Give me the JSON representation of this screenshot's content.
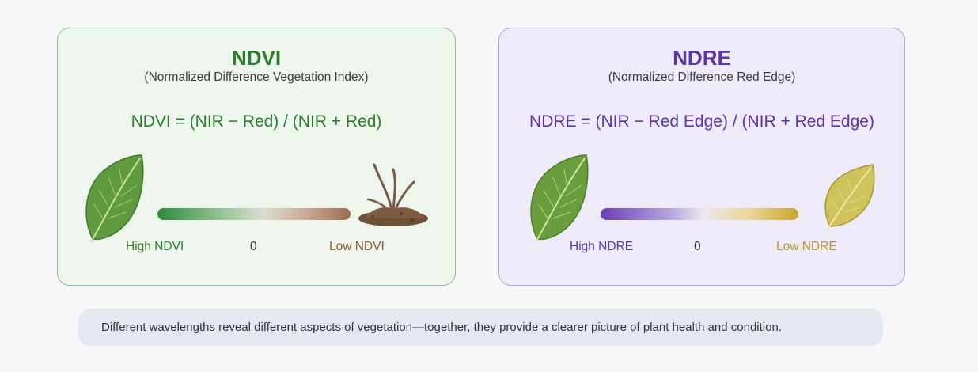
{
  "ndvi": {
    "title": "NDVI",
    "subtitle": "(Normalized Difference Vegetation Index)",
    "formula": "NDVI = (NIR − Red) / (NIR + Red)",
    "scale": {
      "high_label": "High NDVI",
      "mid_label": "0",
      "low_label": "Low NDVI"
    },
    "colors": {
      "accent": "#2e7d2e",
      "high": "#2f8a3a",
      "low": "#9c6b52"
    },
    "icons": {
      "high": "healthy-leaf-icon",
      "low": "dead-plant-soil-icon"
    }
  },
  "ndre": {
    "title": "NDRE",
    "subtitle": "(Normalized Difference Red Edge)",
    "formula": "NDRE = (NIR − Red Edge) / (NIR + Red Edge)",
    "scale": {
      "high_label": "High NDRE",
      "mid_label": "0",
      "low_label": "Low NDRE"
    },
    "colors": {
      "accent": "#5c35a6",
      "high": "#6a3eb5",
      "low": "#c9a52a"
    },
    "icons": {
      "high": "healthy-leaf-icon",
      "low": "yellow-leaf-icon"
    }
  },
  "footer": {
    "text": "Different wavelengths reveal different aspects of vegetation—together, they provide a clearer picture of plant health and condition."
  }
}
